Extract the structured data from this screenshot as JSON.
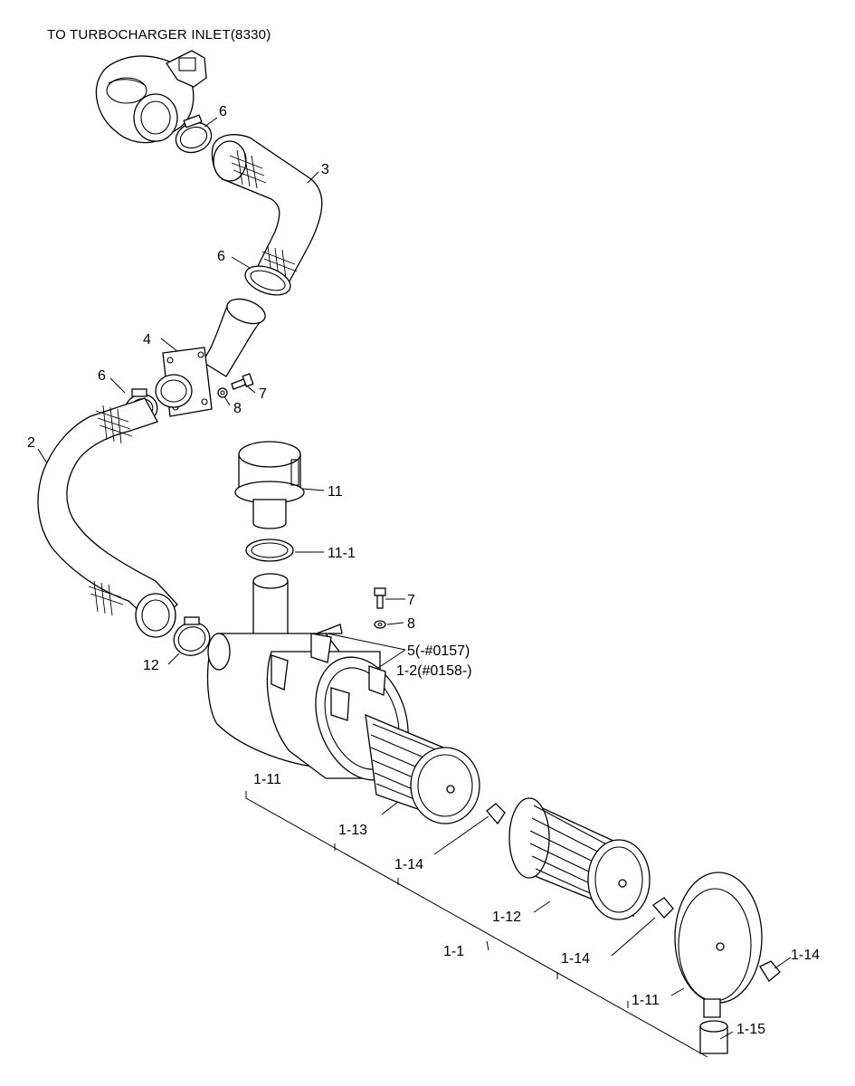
{
  "header": {
    "title": "TO TURBOCHARGER INLET(8330)"
  },
  "labels": {
    "p6_top": "6",
    "p3": "3",
    "p6_mid": "6",
    "p4": "4",
    "p7_upper": "7",
    "p8_upper": "8",
    "p6_left": "6",
    "p2": "2",
    "p11": "11",
    "p11_1": "11-1",
    "p7_lower": "7",
    "p8_lower": "8",
    "p5": "5(-#0157)",
    "p1_2": "1-2(#0158-)",
    "p12": "12",
    "p1_11_left": "1-11",
    "p1_13": "1-13",
    "p1_14_a": "1-14",
    "p1_12": "1-12",
    "p1_1": "1-1",
    "p1_14_b": "1-14",
    "p1_14_c": "1-14",
    "p1_11_right": "1-11",
    "p1_15": "1-15"
  }
}
